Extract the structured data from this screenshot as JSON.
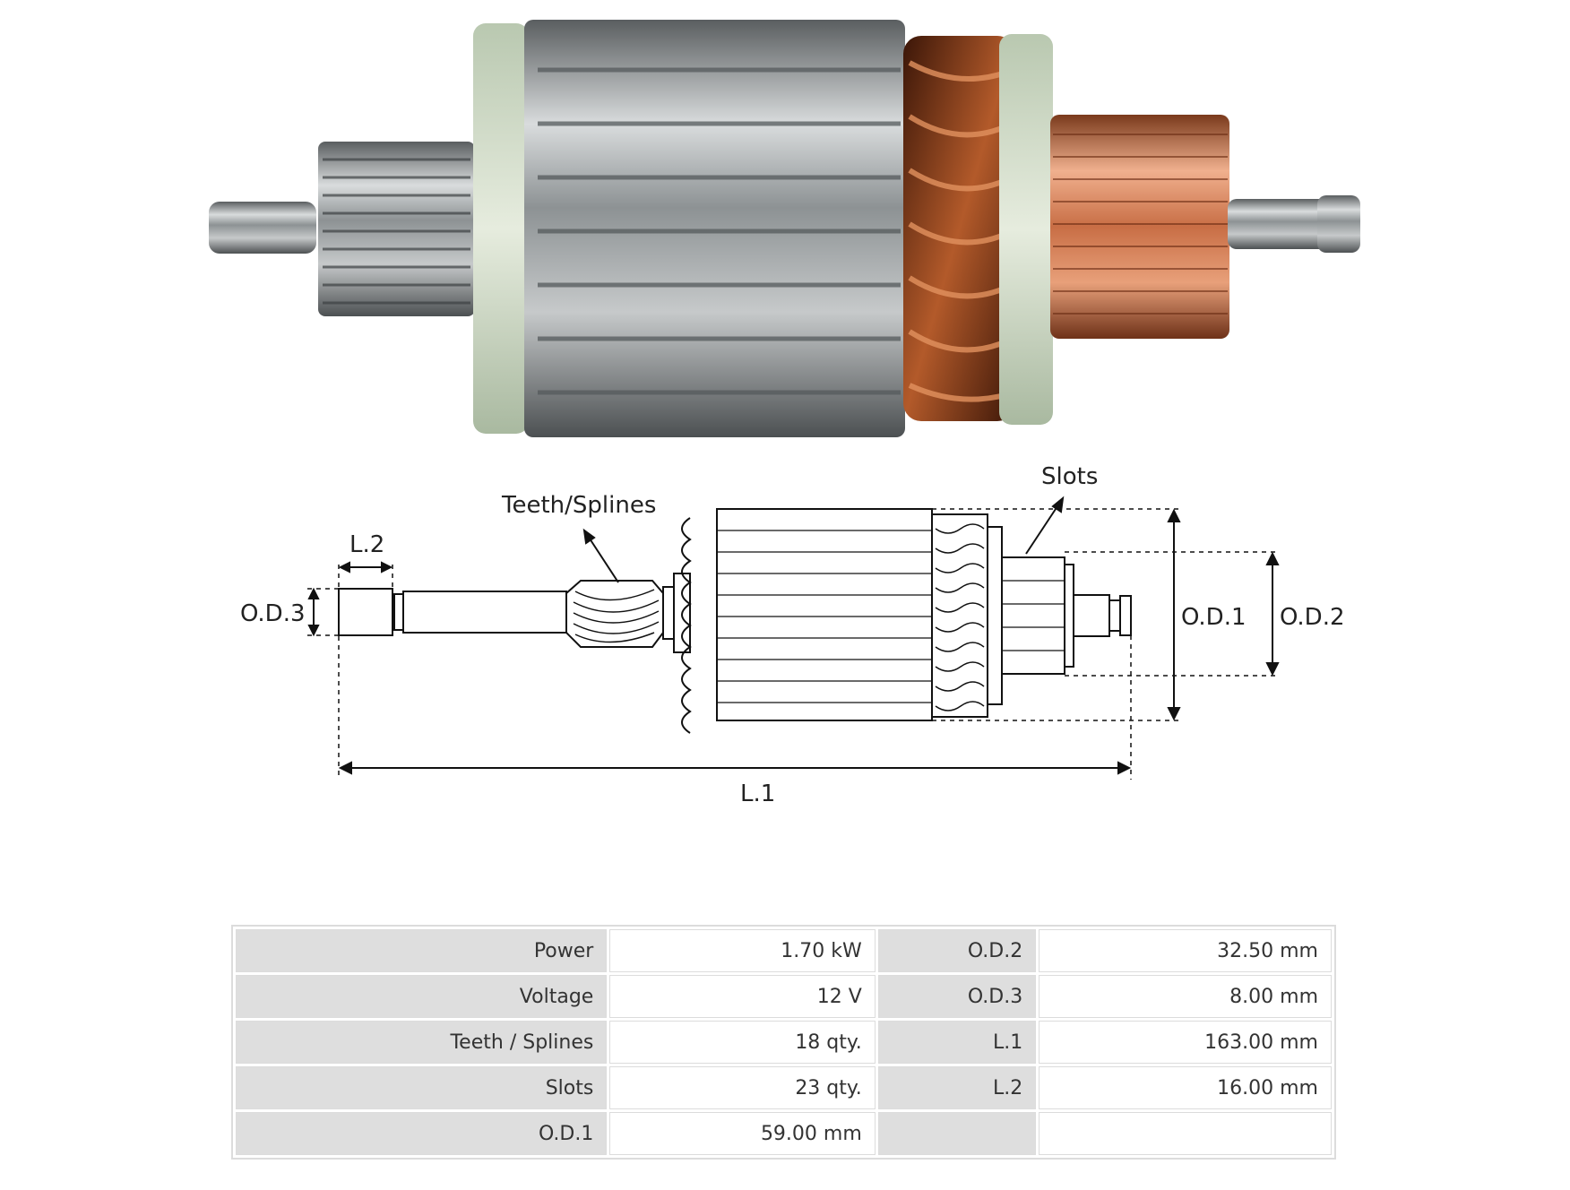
{
  "diagram": {
    "labels": {
      "teeth_splines": "Teeth/Splines",
      "slots": "Slots",
      "l2": "L.2",
      "l1": "L.1",
      "od1": "O.D.1",
      "od2": "O.D.2",
      "od3": "O.D.3"
    }
  },
  "specs": {
    "rows": [
      {
        "k1": "Power",
        "v1": "1.70 kW",
        "k2": "O.D.2",
        "v2": "32.50 mm"
      },
      {
        "k1": "Voltage",
        "v1": "12 V",
        "k2": "O.D.3",
        "v2": "8.00 mm"
      },
      {
        "k1": "Teeth / Splines",
        "v1": "18 qty.",
        "k2": "L.1",
        "v2": "163.00 mm"
      },
      {
        "k1": "Slots",
        "v1": "23 qty.",
        "k2": "L.2",
        "v2": "16.00 mm"
      },
      {
        "k1": "O.D.1",
        "v1": "59.00 mm",
        "k2": "",
        "v2": ""
      }
    ]
  }
}
